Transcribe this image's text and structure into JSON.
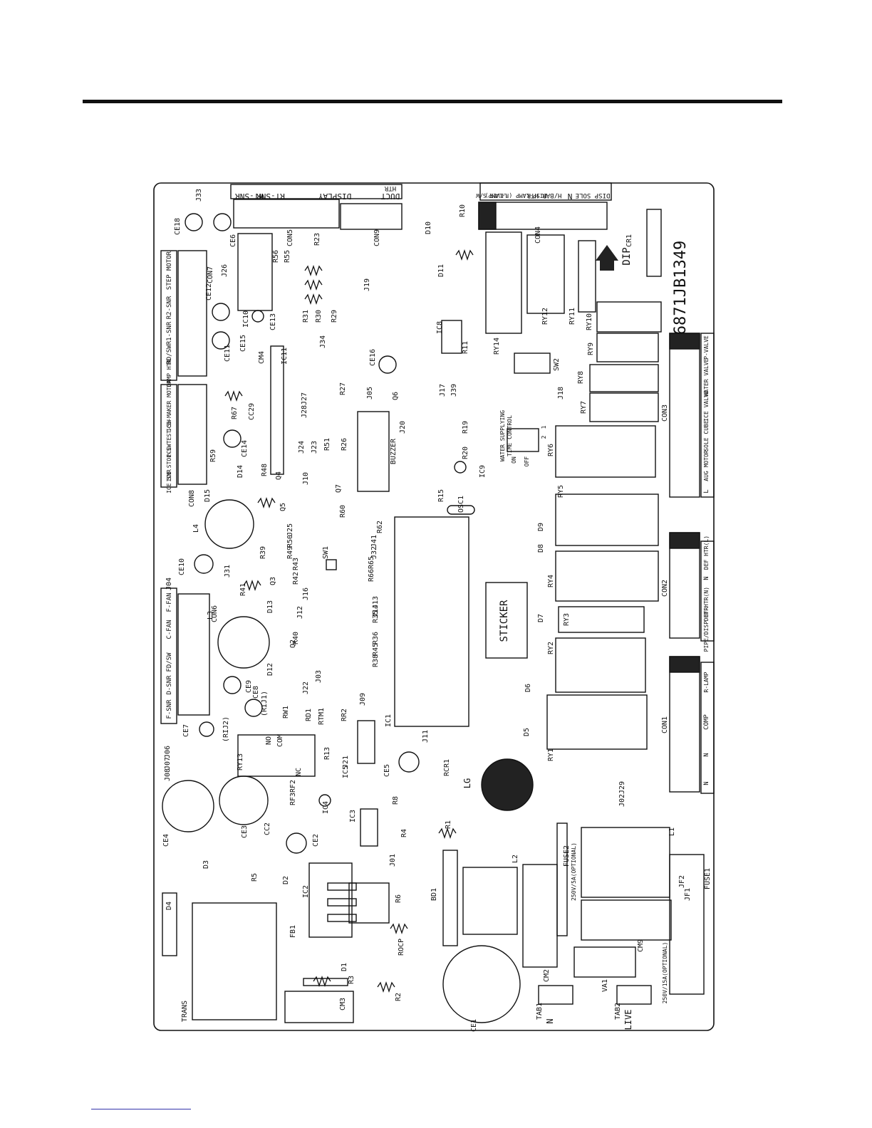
{
  "board_part_number": "6871JB1349",
  "brand": "LG",
  "sticker": "STICKER",
  "buzzer": "BUZZER",
  "dip_switch": {
    "name": "DIP",
    "title_lines": [
      "WATER SUPPLYING",
      "TIME CONTROL"
    ],
    "on": "ON",
    "off": "OFF",
    "numbers": [
      "1",
      "2"
    ]
  },
  "top_headers": {
    "con5_blocks": [
      "RT-SNR",
      "WT-SNR",
      "DISPLAY",
      "DUCT",
      "HTR"
    ],
    "con4_blocks": [
      "DISP SOLE",
      "N",
      "H/BAR HTR",
      "DISP-LAMP (F-LAMP)",
      "LEVER S/W"
    ]
  },
  "left_headers": {
    "con7": [
      "STEP MOTOR",
      "R2-SNR",
      "R1-SNR",
      "RD/SW",
      "DAMP HTR"
    ],
    "con8": [
      "ICE-MAKER MOTOR",
      "ICE TEST-SW",
      "ICE STOP-SW",
      "ICE SNR"
    ],
    "con6": [
      "F-FAN",
      "C-FAN",
      "FD/SW",
      "D-SNR",
      "F-SNR"
    ]
  },
  "right_headers": {
    "con3": [
      "P-VALVE",
      "WATER VALVE",
      "ICE VALVE",
      "SOLE CUBE",
      "AUG MOTOR",
      "L"
    ],
    "con2": [
      "DEF HTR(L)",
      "N",
      "DEF HTR(N)",
      "PIPE/DISP HTR"
    ],
    "con1": [
      "R-LAMP",
      "COMP",
      "N",
      "N"
    ]
  },
  "fuse_notes": {
    "fuse2": "250V/5A(OPTIONAL)",
    "fuse1": "250V/15A(OPTIONAL)"
  },
  "terminals": [
    "TAB1",
    "TAB2",
    "N",
    "LIVE"
  ],
  "connectors": [
    "CON1",
    "CON2",
    "CON3",
    "CON4",
    "CON5",
    "CON6",
    "CON7",
    "CON8",
    "CON9"
  ],
  "relays": [
    "RY1",
    "RY2",
    "RY3",
    "RY4",
    "RY5",
    "RY6",
    "RY7",
    "RY8",
    "RY9",
    "RY10",
    "RY11",
    "RY12",
    "RY13",
    "RY14"
  ],
  "ics": [
    "IC1",
    "IC2",
    "IC3",
    "IC4",
    "IC5",
    "IC8",
    "IC9",
    "IC10",
    "IC11"
  ],
  "capacitors": [
    "CE1",
    "CE2",
    "CE3",
    "CE4",
    "CE5",
    "CE6",
    "CE7",
    "CE8",
    "CE9",
    "CE10",
    "CE11",
    "CE12",
    "CE13",
    "CE14",
    "CE15",
    "CE16",
    "CE18",
    "CC2",
    "CC29",
    "CM2",
    "CM3",
    "CM4",
    "CM9",
    "CR1"
  ],
  "misc_labels": [
    "TRANS",
    "BD1",
    "FB1",
    "L1",
    "L2",
    "L3",
    "L4",
    "VA1",
    "OSC1",
    "SW1",
    "SW2",
    "FUSE1",
    "FUSE2",
    "JF1",
    "JF2",
    "ROCP",
    "RCR1",
    "(RIJ1)",
    "(RIJ2)",
    "COM",
    "NO",
    "NC"
  ],
  "resistors": [
    "R1",
    "R2",
    "R3",
    "R4",
    "R5",
    "R6",
    "R8",
    "R10",
    "R11",
    "R13",
    "R15",
    "R19",
    "R20",
    "R23",
    "R26",
    "R27",
    "R29",
    "R30",
    "R31",
    "R35",
    "R36",
    "R38",
    "R39",
    "R40",
    "R41",
    "R42",
    "R43",
    "R45",
    "R48",
    "R49",
    "R50",
    "R51",
    "R55",
    "R56",
    "R59",
    "R60",
    "R62",
    "R65",
    "R66",
    "R67",
    "RD1",
    "RF2",
    "RF3",
    "RR2",
    "RW1",
    "RTM1"
  ],
  "diodes": [
    "D1",
    "D2",
    "D3",
    "D4",
    "D5",
    "D6",
    "D7",
    "D8",
    "D9",
    "D10",
    "D11",
    "D12",
    "D13",
    "D14",
    "D15"
  ],
  "transistors": [
    "Q2",
    "Q3",
    "Q4",
    "Q5",
    "Q6",
    "Q7"
  ],
  "jumpers": [
    "J01",
    "J02",
    "J03",
    "J04",
    "J05",
    "J06",
    "J07",
    "J08",
    "J09",
    "J10",
    "J11",
    "J12",
    "J13",
    "J14",
    "J16",
    "J17",
    "J18",
    "J19",
    "J20",
    "J21",
    "J22",
    "J23",
    "J24",
    "J25",
    "J26",
    "J27",
    "J28",
    "J29",
    "J31",
    "J32",
    "J33",
    "J34",
    "J39",
    "J41"
  ]
}
